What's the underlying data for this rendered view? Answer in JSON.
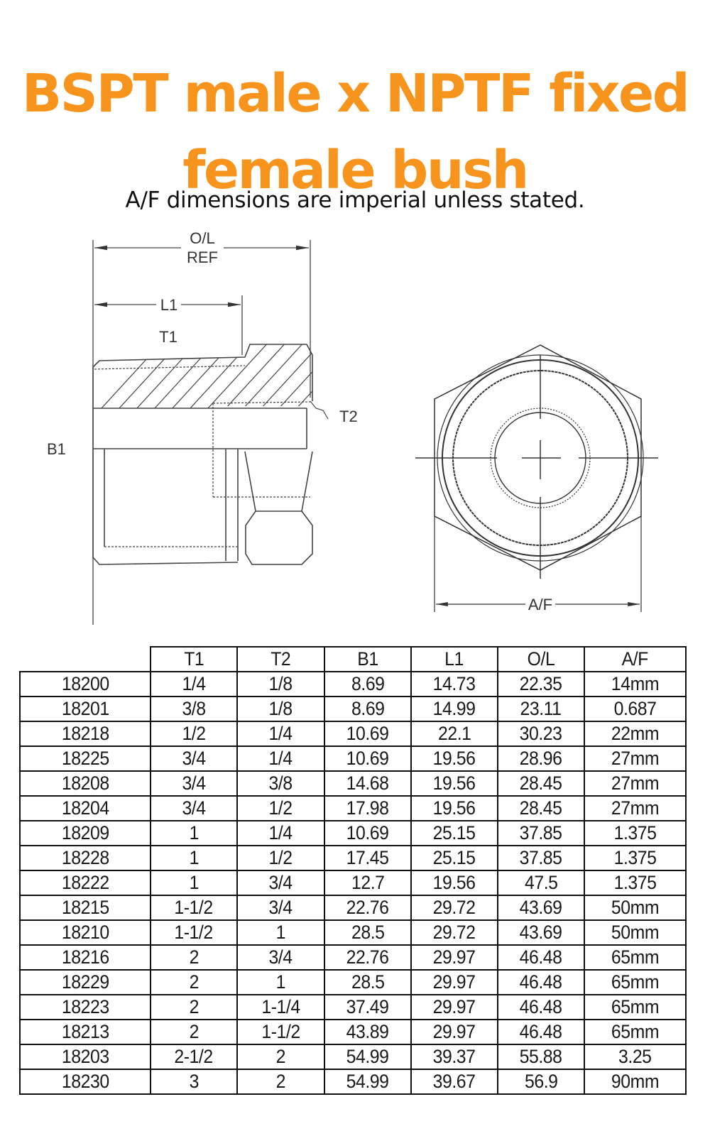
{
  "page": {
    "title_line1": "BSPT male x NPTF fixed",
    "title_line2": "female bush",
    "subtitle": "A/F dimensions are imperial unless stated.",
    "accent_color": "#f7941d"
  },
  "drawing": {
    "side_view_labels": {
      "overall_length": "O/L",
      "overall_length_ref": "REF",
      "length_1": "L1",
      "thread_1": "T1",
      "thread_2": "T2",
      "bore_1": "B1"
    },
    "end_view_labels": {
      "across_flats": "A/F"
    }
  },
  "table": {
    "headers": [
      "",
      "T1",
      "T2",
      "B1",
      "L1",
      "O/L",
      "A/F"
    ],
    "rows": [
      [
        "18200",
        "1/4",
        "1/8",
        "8.69",
        "14.73",
        "22.35",
        "14mm"
      ],
      [
        "18201",
        "3/8",
        "1/8",
        "8.69",
        "14.99",
        "23.11",
        "0.687"
      ],
      [
        "18218",
        "1/2",
        "1/4",
        "10.69",
        "22.1",
        "30.23",
        "22mm"
      ],
      [
        "18225",
        "3/4",
        "1/4",
        "10.69",
        "19.56",
        "28.96",
        "27mm"
      ],
      [
        "18208",
        "3/4",
        "3/8",
        "14.68",
        "19.56",
        "28.45",
        "27mm"
      ],
      [
        "18204",
        "3/4",
        "1/2",
        "17.98",
        "19.56",
        "28.45",
        "27mm"
      ],
      [
        "18209",
        "1",
        "1/4",
        "10.69",
        "25.15",
        "37.85",
        "1.375"
      ],
      [
        "18228",
        "1",
        "1/2",
        "17.45",
        "25.15",
        "37.85",
        "1.375"
      ],
      [
        "18222",
        "1",
        "3/4",
        "12.7",
        "19.56",
        "47.5",
        "1.375"
      ],
      [
        "18215",
        "1-1/2",
        "3/4",
        "22.76",
        "29.72",
        "43.69",
        "50mm"
      ],
      [
        "18210",
        "1-1/2",
        "1",
        "28.5",
        "29.72",
        "43.69",
        "50mm"
      ],
      [
        "18216",
        "2",
        "3/4",
        "22.76",
        "29.97",
        "46.48",
        "65mm"
      ],
      [
        "18229",
        "2",
        "1",
        "28.5",
        "29.97",
        "46.48",
        "65mm"
      ],
      [
        "18223",
        "2",
        "1-1/4",
        "37.49",
        "29.97",
        "46.48",
        "65mm"
      ],
      [
        "18213",
        "2",
        "1-1/2",
        "43.89",
        "29.97",
        "46.48",
        "65mm"
      ],
      [
        "18203",
        "2-1/2",
        "2",
        "54.99",
        "39.37",
        "55.88",
        "3.25"
      ],
      [
        "18230",
        "3",
        "2",
        "54.99",
        "39.67",
        "56.9",
        "90mm"
      ]
    ]
  }
}
